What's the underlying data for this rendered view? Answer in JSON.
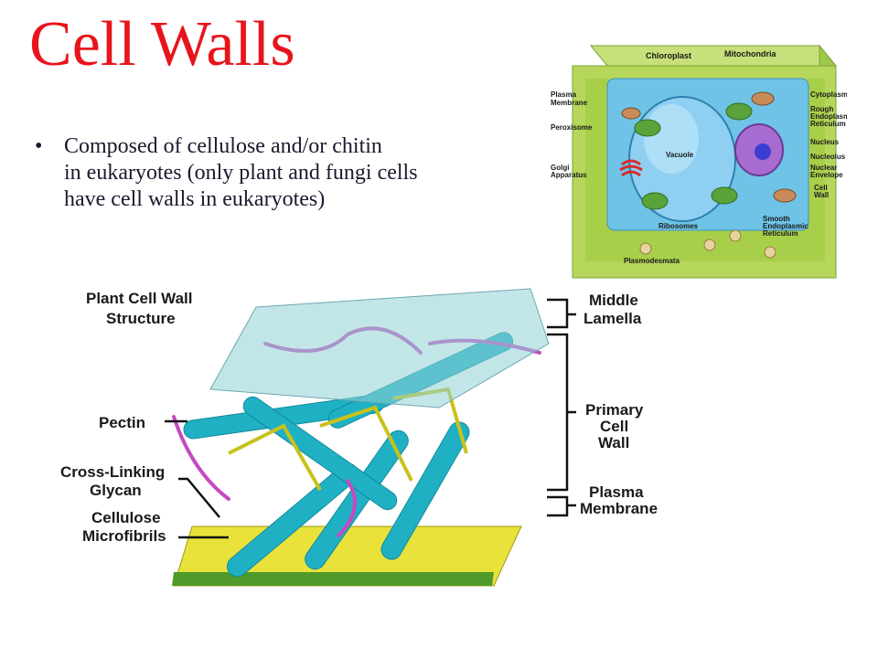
{
  "slide": {
    "title": "Cell Walls",
    "bullet_symbol": "•",
    "bullet_lines": [
      "Composed of cellulose and/or chitin",
      "in eukaryotes (only plant and fungi cells",
      "have cell walls in eukaryotes)"
    ]
  },
  "plant_cell_diagram": {
    "labels": {
      "chloroplast": "Chloroplast",
      "mitochondria": "Mitochondria",
      "plasma_membrane_1": "Plasma",
      "plasma_membrane_2": "Membrane",
      "peroxisome": "Peroxisome",
      "cytoplasm": "Cytoplasm",
      "rough_er_1": "Rough",
      "rough_er_2": "Endoplasmic",
      "rough_er_3": "Reticulum",
      "vacuole": "Vacuole",
      "nucleus": "Nucleus",
      "nucleolus": "Nucleolus",
      "golgi_1": "Golgi",
      "golgi_2": "Apparatus",
      "nuclear_env_1": "Nuclear",
      "nuclear_env_2": "Envelope",
      "cell_wall_1": "Cell",
      "cell_wall_2": "Wall",
      "ribosomes": "Ribosomes",
      "smooth_er_1": "Smooth",
      "smooth_er_2": "Endoplasmic",
      "smooth_er_3": "Reticulum",
      "plasmodesmata": "Plasmodesmata"
    }
  },
  "cell_wall_diagram": {
    "title_1": "Plant Cell Wall",
    "title_2": "Structure",
    "pectin": "Pectin",
    "cross_linking_1": "Cross-Linking",
    "cross_linking_2": "Glycan",
    "cellulose_1": "Cellulose",
    "cellulose_2": "Microfibrils",
    "middle_lamella_1": "Middle",
    "middle_lamella_2": "Lamella",
    "primary_wall_1": "Primary",
    "primary_wall_2": "Cell",
    "primary_wall_3": "Wall",
    "plasma_membrane_1": "Plasma",
    "plasma_membrane_2": "Membrane"
  },
  "colors": {
    "title": "#e8141b",
    "cell_wall_green": "#a8cf4a",
    "cytoplasm_blue": "#6fc3e6",
    "cellulose_teal": "#1fb0c4",
    "pectin_magenta": "#c54ac0",
    "membrane_yellow": "#e8e23a"
  }
}
